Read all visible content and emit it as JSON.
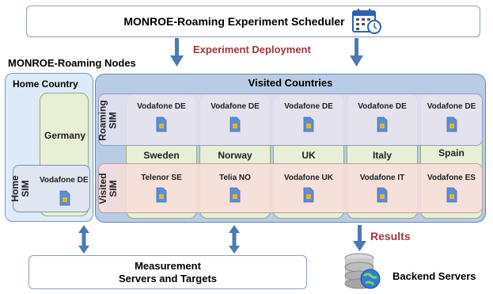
{
  "scheduler": {
    "title": "MONROE-Roaming Experiment Scheduler",
    "icon": "calendar-clock-icon"
  },
  "deployment_label": "Experiment Deployment",
  "nodes_title": "MONROE-Roaming Nodes",
  "home": {
    "title": "Home Country",
    "country": "Germany",
    "sim_row_label": "Home SIM",
    "sim_operator": "Vodafone DE"
  },
  "visited": {
    "title": "Visited Countries",
    "roaming_row_label": "Roaming SIM",
    "visited_row_label": "Visited SIM",
    "columns": [
      {
        "roaming_operator": "Vodafone DE",
        "country": "Sweden",
        "visited_operator": "Telenor SE"
      },
      {
        "roaming_operator": "Vodafone DE",
        "country": "Norway",
        "visited_operator": "Telia NO"
      },
      {
        "roaming_operator": "Vodafone DE",
        "country": "UK",
        "visited_operator": "Vodafone UK"
      },
      {
        "roaming_operator": "Vodafone DE",
        "country": "Italy",
        "visited_operator": "Vodafone IT"
      },
      {
        "roaming_operator": "Vodafone DE",
        "country": "Spain",
        "visited_operator": "Vodafone ES"
      }
    ]
  },
  "results_label": "Results",
  "measurement": {
    "line1": "Measurement",
    "line2": "Servers and Targets"
  },
  "backend": {
    "label": "Backend Servers",
    "icon": "database-globe-icon"
  },
  "colors": {
    "accent_text": "#a2343a",
    "arrow": "#4e79b4",
    "sim": "#5b8ed6",
    "sim_chip": "#f2c84b"
  }
}
